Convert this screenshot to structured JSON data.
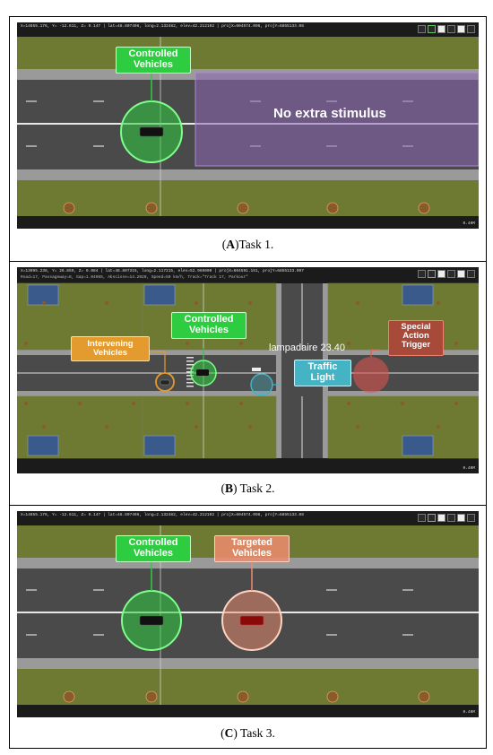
{
  "panels": {
    "a": {
      "hud_line1": "X=14655.176, Y= -12.611, Z= 0.147 | lat=48.807496, long=2.132482, elev=42.212102 | projX=604574.096, projY=6855133.08",
      "callout_controlled": "Controlled\nVehicles",
      "overlay_text": "No extra stimulus",
      "scale": "0.40M",
      "caption_letter": "A",
      "caption_text": ")Task 1."
    },
    "b": {
      "hud_line1": "X=13995.236, Y= 26.859, Z= 0.084 | lat=48.807315, long=2.117215, elev=52.969000 | projX=604591.151, projY=6855133.097",
      "hud_line2": "Road=17, Passageway=8, Gap=1.04985, Abscisse=14.2020, Speed=50 km/h, Track=\"Track 17, Parkour\"",
      "callout_intervening": "Intervening\nVehicles",
      "callout_controlled": "Controlled\nVehicles",
      "lamp_label": "lampadaire 23.40",
      "callout_traffic": "Traffic\nLight",
      "callout_special": "Special\nAction\nTrigger",
      "scale": "0.40M",
      "caption_letter": "B",
      "caption_text": ") Task 2."
    },
    "c": {
      "hud_line1": "X=14655.176, Y= -12.611, Z= 0.147 | lat=48.807496, long=2.132482, elev=42.212102 | projX=604574.096, projY=6855133.08",
      "callout_controlled": "Controlled\nVehicles",
      "callout_targeted": "Targeted\nVehicles",
      "scale": "0.40M",
      "caption_letter": "C",
      "caption_text": ") Task 3."
    }
  },
  "colors": {
    "grass": "#6e7a32",
    "road": "#4a4a4a",
    "sidewalk": "#9a9a9a",
    "controlled_green": "#2ecc40",
    "intervening_orange": "#e39b2f",
    "traffic_teal": "#44b3c4",
    "trigger_red": "#d9534f",
    "target_salmon": "#ee8c6e",
    "overlay_purple": "#8c64b4"
  },
  "icons": [
    "reset-icon",
    "camera-icon",
    "display-icon",
    "grid-icon",
    "settings-icon",
    "close-icon"
  ]
}
